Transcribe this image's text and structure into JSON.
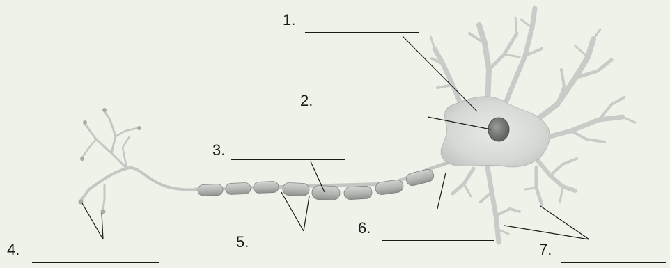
{
  "colors": {
    "background": "#eef2e9",
    "neuron_fill": "#cfd1cf",
    "neuron_stroke": "#9a9c9a",
    "soma_fill": "#dcdedc",
    "myelin_fill": "#b7b9b7",
    "myelin_stroke": "#7f817f",
    "nucleus_fill": "#7a7c7a",
    "leader_line": "#1a1a1a"
  },
  "labels": [
    {
      "number": "1.",
      "target": "cell-body"
    },
    {
      "number": "2.",
      "target": "nucleus"
    },
    {
      "number": "3.",
      "target": "myelin-sheath"
    },
    {
      "number": "4.",
      "target": "axon-terminals"
    },
    {
      "number": "5.",
      "target": "nodes-of-ranvier"
    },
    {
      "number": "6.",
      "target": "axon"
    },
    {
      "number": "7.",
      "target": "dendrites"
    }
  ]
}
